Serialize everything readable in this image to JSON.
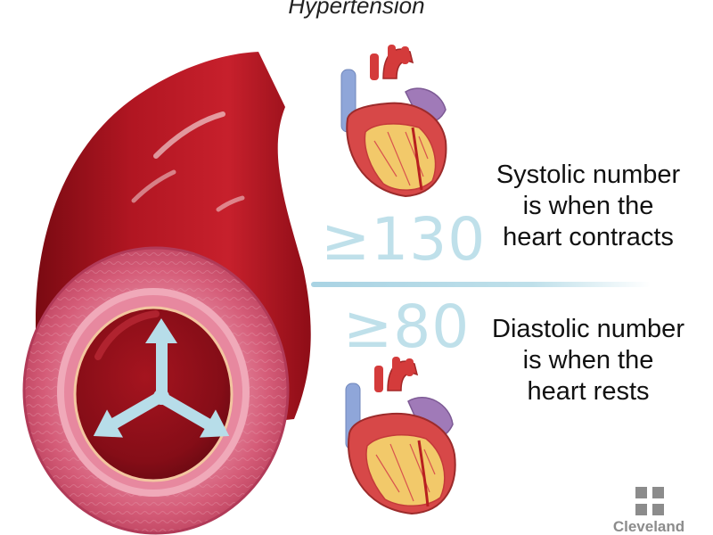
{
  "title": "Hypertension",
  "systolic": {
    "value_text": "≥130",
    "description_lines": [
      "Systolic number",
      "is when the",
      "heart contracts"
    ]
  },
  "diastolic": {
    "value_text": "≥80",
    "description_lines": [
      "Diastolic number",
      "is when the",
      "heart rests"
    ]
  },
  "logo": {
    "name": "Cleveland"
  },
  "colors": {
    "artery_outer": "#a3141f",
    "artery_wall": "#d9607a",
    "lumen": "#8a0f18",
    "arrow": "#b7dde9",
    "value_text": "#bfe0ea",
    "heart_red": "#d43b3b",
    "heart_muscle": "#f2c96a",
    "heart_purple": "#a07ab8"
  },
  "icons": {
    "artery": "blood-vessel-cross-section",
    "heart": "anatomical-heart",
    "logo_mark": "cleveland-clinic-cross"
  }
}
